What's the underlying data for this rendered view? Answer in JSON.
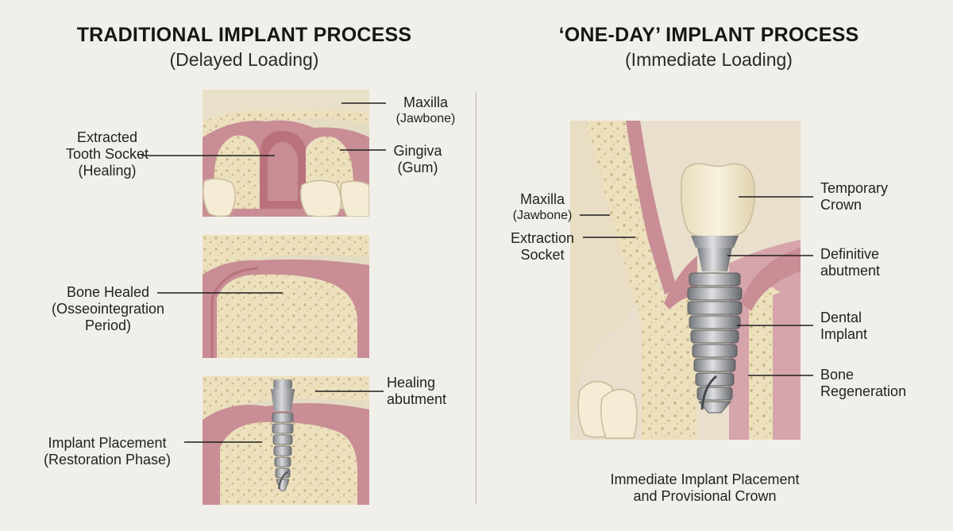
{
  "left": {
    "title": "TRADITIONAL IMPLANT PROCESS",
    "subtitle": "(Delayed Loading)",
    "panel1": {
      "label_socket": [
        "Extracted",
        "Tooth Socket",
        "(Healing)"
      ],
      "label_maxilla": [
        "Maxilla",
        "(Jawbone)"
      ],
      "label_gingiva": [
        "Gingiva",
        "(Gum)"
      ]
    },
    "panel2": {
      "label_bone": [
        "Bone Healed",
        "(Osseointegration",
        "Period)"
      ]
    },
    "panel3": {
      "label_healing": [
        "Healing",
        "abutment"
      ],
      "label_placement": [
        "Implant Placement",
        "(Restoration Phase)"
      ]
    }
  },
  "right": {
    "title": "‘ONE-DAY’ IMPLANT PROCESS",
    "subtitle": "(Immediate Loading)",
    "label_maxilla": [
      "Maxilla",
      "(Jawbone)"
    ],
    "label_socket": [
      "Extraction",
      "Socket"
    ],
    "label_crown": [
      "Temporary",
      "Crown"
    ],
    "label_abutment": [
      "Definitive",
      "abutment"
    ],
    "label_implant": [
      "Dental",
      "Implant"
    ],
    "label_bone": [
      "Bone",
      "Regeneration"
    ],
    "caption": [
      "Immediate Implant Placement",
      "and Provisional Crown"
    ]
  },
  "colors": {
    "background": "#f1efe9",
    "bone": "#ece0bd",
    "gum": "#c98d95",
    "implant": "#a3a5a9",
    "crown": "#f4ecd5"
  }
}
